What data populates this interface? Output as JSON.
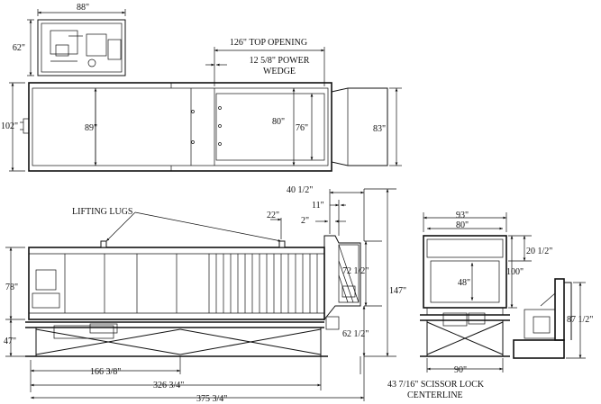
{
  "dimensions": {
    "top_width": "88\"",
    "top_depth": "62\"",
    "top_opening": "126\" TOP OPENING",
    "power_wedge_1": "12 5/8\" POWER",
    "power_wedge_2": "WEDGE",
    "plan_width": "102\"",
    "plan_89": "89\"",
    "plan_80": "80\"",
    "plan_76": "76\"",
    "plan_83": "83\"",
    "dim_40_5": "40 1/2\"",
    "dim_11": "11\"",
    "dim_22": "22\"",
    "dim_2": "2\"",
    "dim_78": "78\"",
    "dim_47": "47\"",
    "dim_72_5": "72 1/2\"",
    "dim_147": "147\"",
    "dim_62_5": "62 1/2\"",
    "dim_166": "166 3/8\"",
    "dim_326": "326 3/4\"",
    "dim_375": "375 3/4\"",
    "scissor_1": "43 7/16\" SCISSOR LOCK",
    "scissor_2": "CENTERLINE",
    "end_93": "93\"",
    "end_80": "80\"",
    "end_20_5": "20 1/2\"",
    "end_100": "100\"",
    "end_48": "48\"",
    "end_90": "90\"",
    "side_87_5": "87 1/2\""
  },
  "labels": {
    "lifting_lugs": "LIFTING LUGS"
  }
}
